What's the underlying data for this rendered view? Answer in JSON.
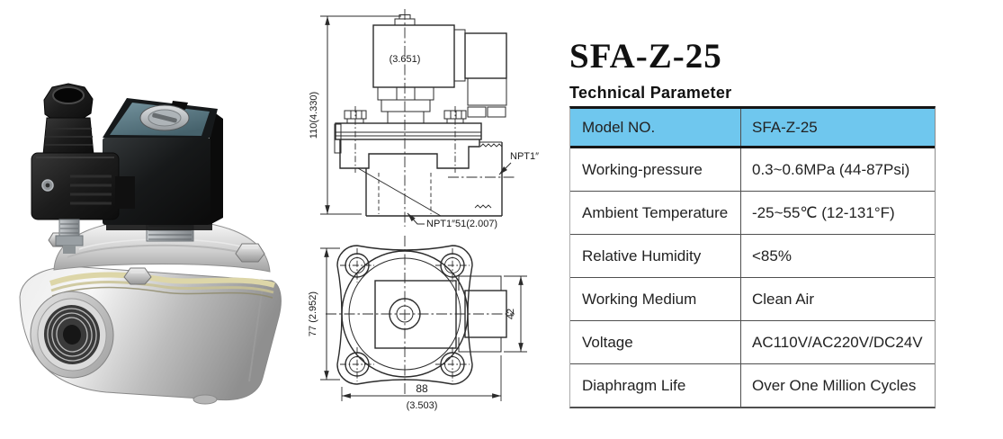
{
  "title": "SFA-Z-25",
  "section_heading": "Technical Parameter",
  "colors": {
    "table_header_bg": "#6fc7ee",
    "drawing_line": "#2b2b2b",
    "gasket_yellow": "#ddd6a8",
    "coil_top_teal": "#5c7d88"
  },
  "table": {
    "header": {
      "label": "Model NO.",
      "value": "SFA-Z-25"
    },
    "rows": [
      {
        "label": "Working-pressure",
        "value": "0.3~0.6MPa (44-87Psi)"
      },
      {
        "label": "Ambient Temperature",
        "value": "-25~55℃ (12-131°F)"
      },
      {
        "label": "Relative Humidity",
        "value": "<85%"
      },
      {
        "label": "Working Medium",
        "value": "Clean Air"
      },
      {
        "label": "Voltage",
        "value": "AC110V/AC220V/DC24V"
      },
      {
        "label": "Diaphragm Life",
        "value": "Over One Million Cycles"
      }
    ]
  },
  "drawings": {
    "front_view": {
      "height_dim": "110(4.330)",
      "coil_dim": "(3.651)",
      "side_port_label": "NPT1″",
      "bottom_port_label": "NPT1″51(2.007)"
    },
    "top_view": {
      "height_dim": "77 (2.952)",
      "port_height_dim": "42",
      "width_dim": "88",
      "width_dim_in": "(3.503)"
    }
  }
}
